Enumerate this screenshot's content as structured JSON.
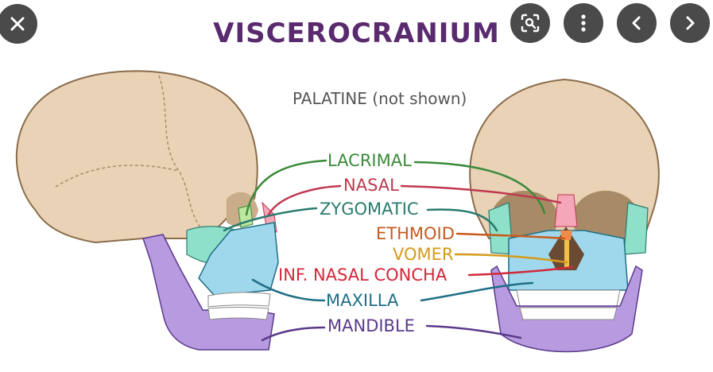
{
  "title": "VISCEROCRANIUM",
  "note": "PALATINE (not shown)",
  "labels": {
    "lacrimal": "LACRIMAL",
    "nasal": "NASAL",
    "zygomatic": "ZYGOMATIC",
    "ethmoid": "ETHMOID",
    "vomer": "VOMER",
    "inf_nasal_concha": "INF. NASAL CONCHA",
    "maxilla": "MAXILLA",
    "mandible": "MANDIBLE"
  },
  "controls": {
    "close": "close-icon",
    "lens": "lens-icon",
    "more": "more-vertical-icon",
    "prev": "chevron-left-icon",
    "next": "chevron-right-icon"
  },
  "colors": {
    "title": "#5a2a6e",
    "lacrimal": "#3a8a3a",
    "nasal": "#c0384f",
    "zygomatic": "#2a7a6e",
    "ethmoid": "#c85a1e",
    "vomer": "#d69a1a",
    "inf_nasal_concha": "#d1283a",
    "maxilla": "#1f6f86",
    "mandible": "#5b3a8a",
    "skull": "#e9d2b5",
    "mandible_fill": "#b79ae0",
    "maxilla_fill": "#9fd8ec",
    "zygomatic_fill": "#8fe0c8"
  }
}
